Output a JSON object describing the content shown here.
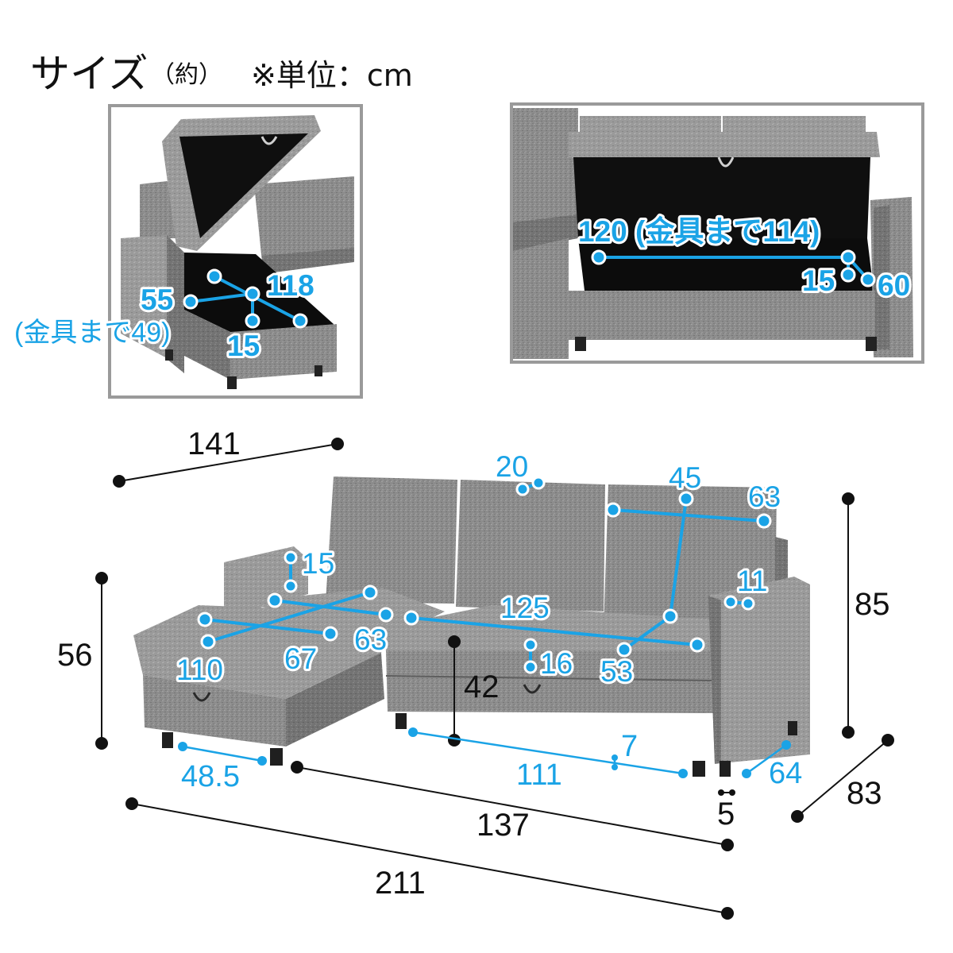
{
  "title": {
    "main": "サイズ",
    "approx": "（約）",
    "unit": "※単位：cm"
  },
  "inset_left": {
    "d_55": "55",
    "d_118": "118",
    "d_15": "15",
    "note_49": "(金具まで49)"
  },
  "inset_right": {
    "d_120": "120 (金具まで114)",
    "d_15": "15",
    "d_60": "60"
  },
  "main": {
    "d_141": "141",
    "d_20": "20",
    "d_45": "45",
    "d_63_top": "63",
    "d_85": "85",
    "d_15": "15",
    "d_11": "11",
    "d_125": "125",
    "d_56": "56",
    "d_110": "110",
    "d_67": "67",
    "d_63_mid": "63",
    "d_42": "42",
    "d_16": "16",
    "d_53": "53",
    "d_7": "7",
    "d_48_5": "48.5",
    "d_111": "111",
    "d_64": "64",
    "d_5": "5",
    "d_83": "83",
    "d_137": "137",
    "d_211": "211"
  },
  "colors": {
    "accent": "#1aa3e6",
    "fabric": "#8a8a8a",
    "fabric_dark": "#6e6e6e",
    "frame": "#9a9a9a",
    "interior": "#111111"
  }
}
